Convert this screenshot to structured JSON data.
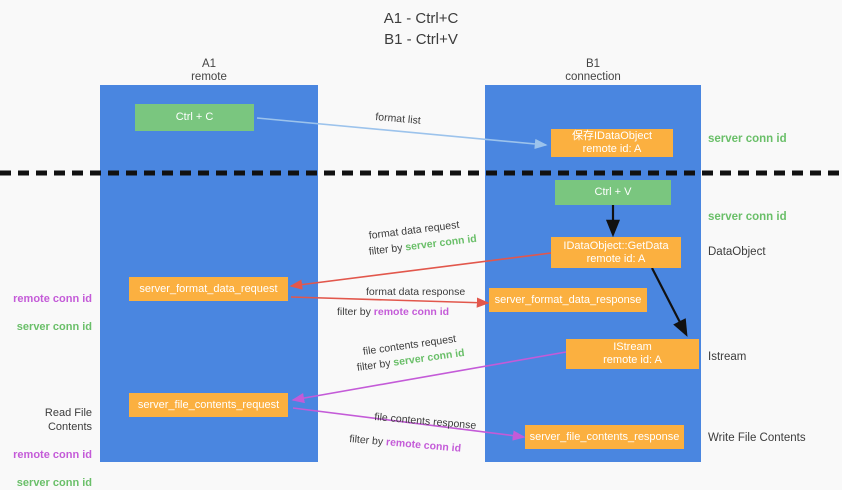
{
  "title": "A1 - Ctrl+C\nB1 - Ctrl+V",
  "colors": {
    "column_blue": "#4a86e0",
    "green_box": "#7ac67f",
    "orange_box": "#fbb040",
    "server_conn_green": "#6abf69",
    "remote_conn_purple": "#c45bd8",
    "background": "#f9f9f9",
    "arrow_format_list": "#9cc3ec",
    "arrow_format_data": "#e2574c",
    "arrow_file_contents": "#c45bd8",
    "arrow_black": "#111111"
  },
  "columns": [
    {
      "id": "a1",
      "name": "A1",
      "sublabel": "remote",
      "header": "A1\nremote"
    },
    {
      "id": "b1",
      "name": "B1",
      "sublabel": "connection",
      "header": "B1\nconnection"
    }
  ],
  "boxes": {
    "ctrl_c": "Ctrl + C",
    "ctrl_v": "Ctrl + V",
    "save_idataobject": "保存IDataObject\nremote id: A",
    "idataobject_getdata": "IDataObject::GetData\nremote id: A",
    "istream": "IStream\nremote id: A",
    "server_format_data_request": "server_format_data_request",
    "server_format_data_response": "server_format_data_response",
    "server_file_contents_request": "server_file_contents_request",
    "server_file_contents_response": "server_file_contents_response"
  },
  "right_labels": {
    "server_conn_id_top": "server conn id",
    "server_conn_id_mid": "server conn id",
    "dataobject": "DataObject",
    "istream": "Istream",
    "write_file_contents": "Write File Contents"
  },
  "left_labels": {
    "format_stack": {
      "remote": "remote conn id",
      "server": "server conn id"
    },
    "read_file_contents": "Read File Contents",
    "file_stack": {
      "remote": "remote conn id",
      "server": "server conn id"
    }
  },
  "edge_labels": {
    "format_list": "format list",
    "format_data_request": "format data request",
    "format_data_request_filter_prefix": "filter by ",
    "format_data_request_filter_value": "server conn id",
    "format_data_response": "format data response",
    "format_data_response_filter_prefix": "filter by ",
    "format_data_response_filter_value": "remote conn id",
    "file_contents_request": "file contents request",
    "file_contents_request_filter_prefix": "filter by ",
    "file_contents_request_filter_value": "server conn id",
    "file_contents_response": "file contents response",
    "file_contents_response_filter_prefix": "filter by ",
    "file_contents_response_filter_value": "remote conn id"
  }
}
